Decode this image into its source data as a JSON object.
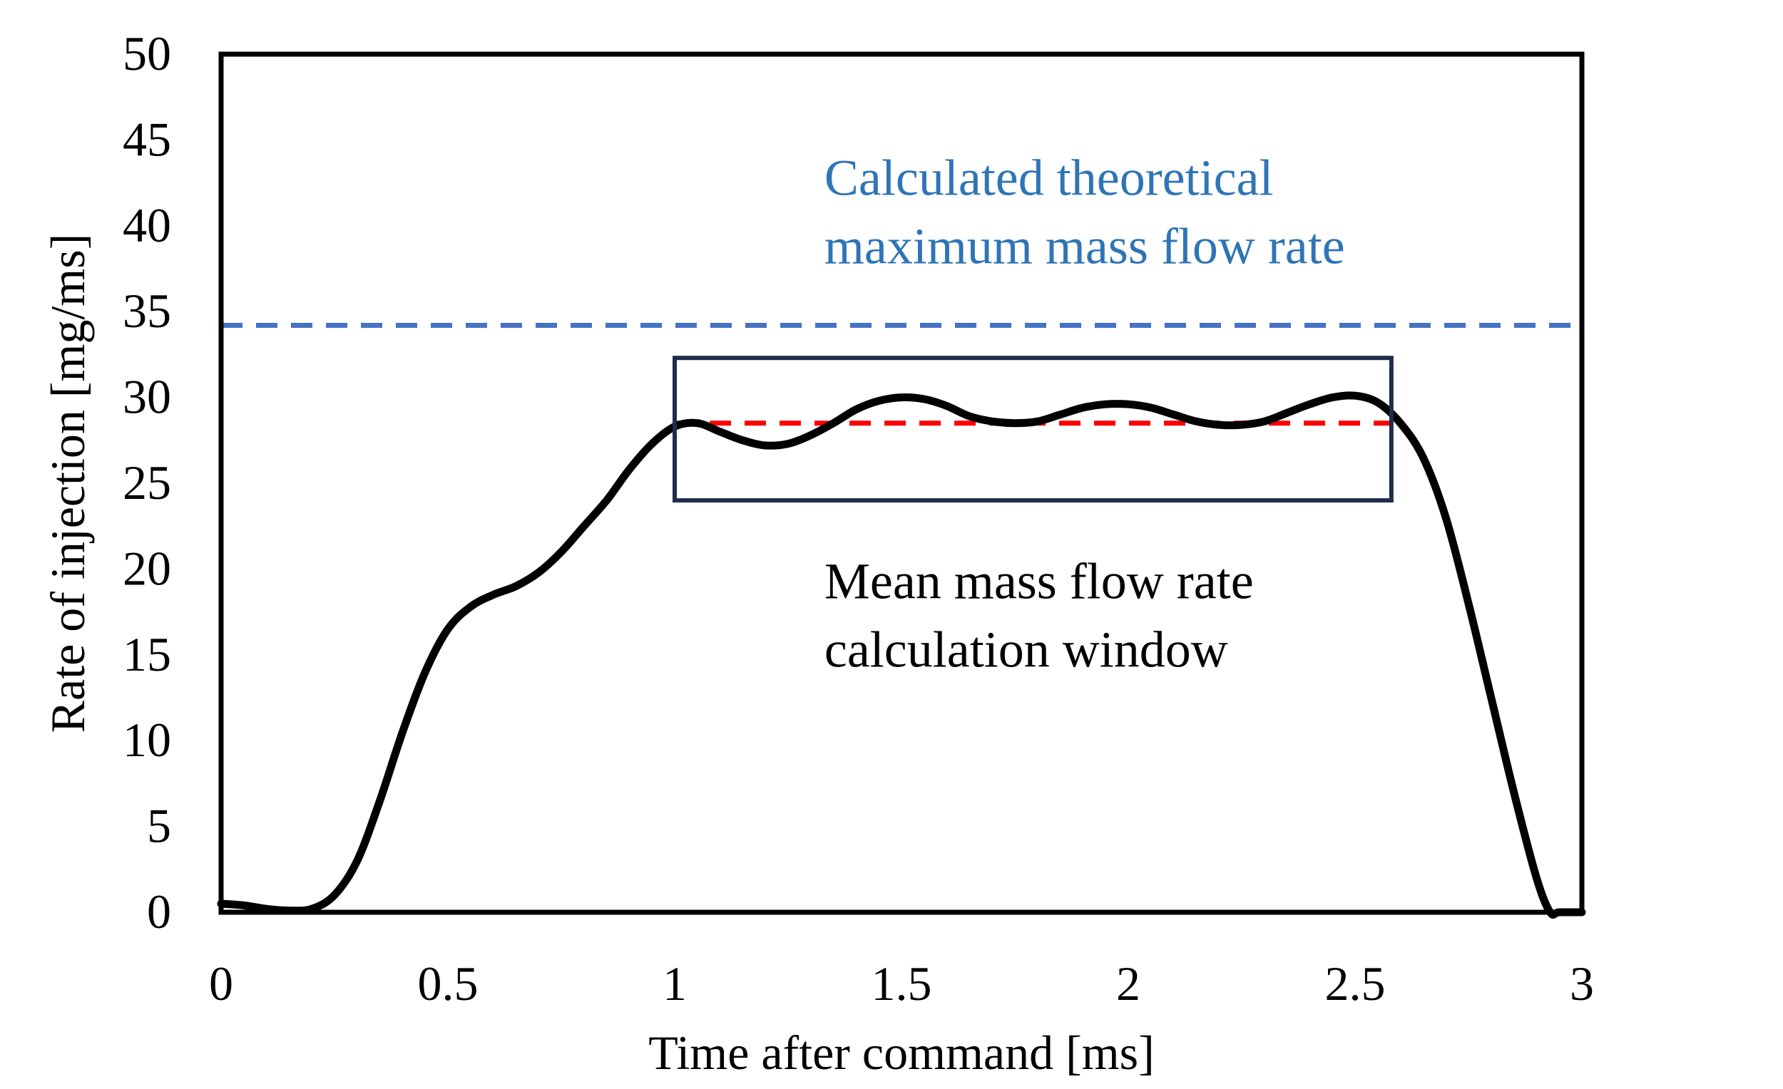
{
  "chart_data": {
    "type": "line",
    "title": "",
    "xlabel": "Time after command [ms]",
    "ylabel": "Rate of injection [mg/ms]",
    "xlim": [
      0,
      3
    ],
    "ylim": [
      0,
      50
    ],
    "x_ticks": [
      0,
      0.5,
      1,
      1.5,
      2,
      2.5,
      3
    ],
    "x_tick_labels": [
      "0",
      "0.5",
      "1",
      "1.5",
      "2",
      "2.5",
      "3"
    ],
    "y_ticks": [
      0,
      5,
      10,
      15,
      20,
      25,
      30,
      35,
      40,
      45,
      50
    ],
    "y_tick_labels": [
      "0",
      "5",
      "10",
      "15",
      "20",
      "25",
      "30",
      "35",
      "40",
      "45",
      "50"
    ],
    "grid": false,
    "legend": "none",
    "series": [
      {
        "color": "#000000",
        "x": [
          0,
          0.05,
          0.1,
          0.15,
          0.2,
          0.25,
          0.3,
          0.35,
          0.4,
          0.45,
          0.5,
          0.55,
          0.6,
          0.65,
          0.7,
          0.75,
          0.8,
          0.85,
          0.9,
          0.95,
          1.0,
          1.05,
          1.1,
          1.15,
          1.2,
          1.25,
          1.3,
          1.35,
          1.4,
          1.45,
          1.5,
          1.55,
          1.6,
          1.65,
          1.7,
          1.75,
          1.8,
          1.85,
          1.9,
          1.95,
          2.0,
          2.05,
          2.1,
          2.15,
          2.2,
          2.25,
          2.3,
          2.35,
          2.4,
          2.45,
          2.5,
          2.55,
          2.6,
          2.65,
          2.7,
          2.75,
          2.8,
          2.85,
          2.9,
          2.93,
          2.95,
          3.0
        ],
        "y": [
          0.5,
          0.4,
          0.2,
          0.1,
          0.2,
          1.0,
          3.0,
          6.5,
          10.5,
          14.0,
          16.5,
          17.8,
          18.5,
          19.0,
          19.8,
          21.0,
          22.5,
          24.0,
          25.8,
          27.3,
          28.3,
          28.5,
          28.0,
          27.5,
          27.2,
          27.3,
          27.8,
          28.5,
          29.3,
          29.8,
          30.0,
          29.9,
          29.5,
          28.9,
          28.6,
          28.5,
          28.6,
          29.0,
          29.4,
          29.6,
          29.6,
          29.4,
          29.0,
          28.6,
          28.4,
          28.4,
          28.6,
          29.1,
          29.6,
          30.0,
          30.1,
          29.7,
          28.5,
          26.5,
          23.0,
          18.0,
          12.5,
          7.0,
          2.0,
          0.0,
          0.0,
          0.0
        ]
      }
    ],
    "reference_lines": [
      {
        "y": 34.2,
        "x_range": [
          0,
          3
        ],
        "style": "dashed",
        "color": "#4472C4"
      },
      {
        "y": 28.5,
        "x_range": [
          1.0,
          2.58
        ],
        "style": "dashed",
        "color": "#FF0000"
      }
    ],
    "window_box": {
      "x_range": [
        1.0,
        2.58
      ],
      "y_range": [
        24.0,
        32.3
      ],
      "color": "#1F2D4A"
    },
    "annotations": [
      {
        "lines": [
          "Calculated theoretical",
          "maximum mass flow rate"
        ],
        "x": 1.33,
        "y": 41.8,
        "color": "#2E75B6"
      },
      {
        "lines": [
          "Mean mass flow rate",
          "calculation window"
        ],
        "x": 1.33,
        "y": 18.3,
        "color": "#000000"
      }
    ]
  }
}
